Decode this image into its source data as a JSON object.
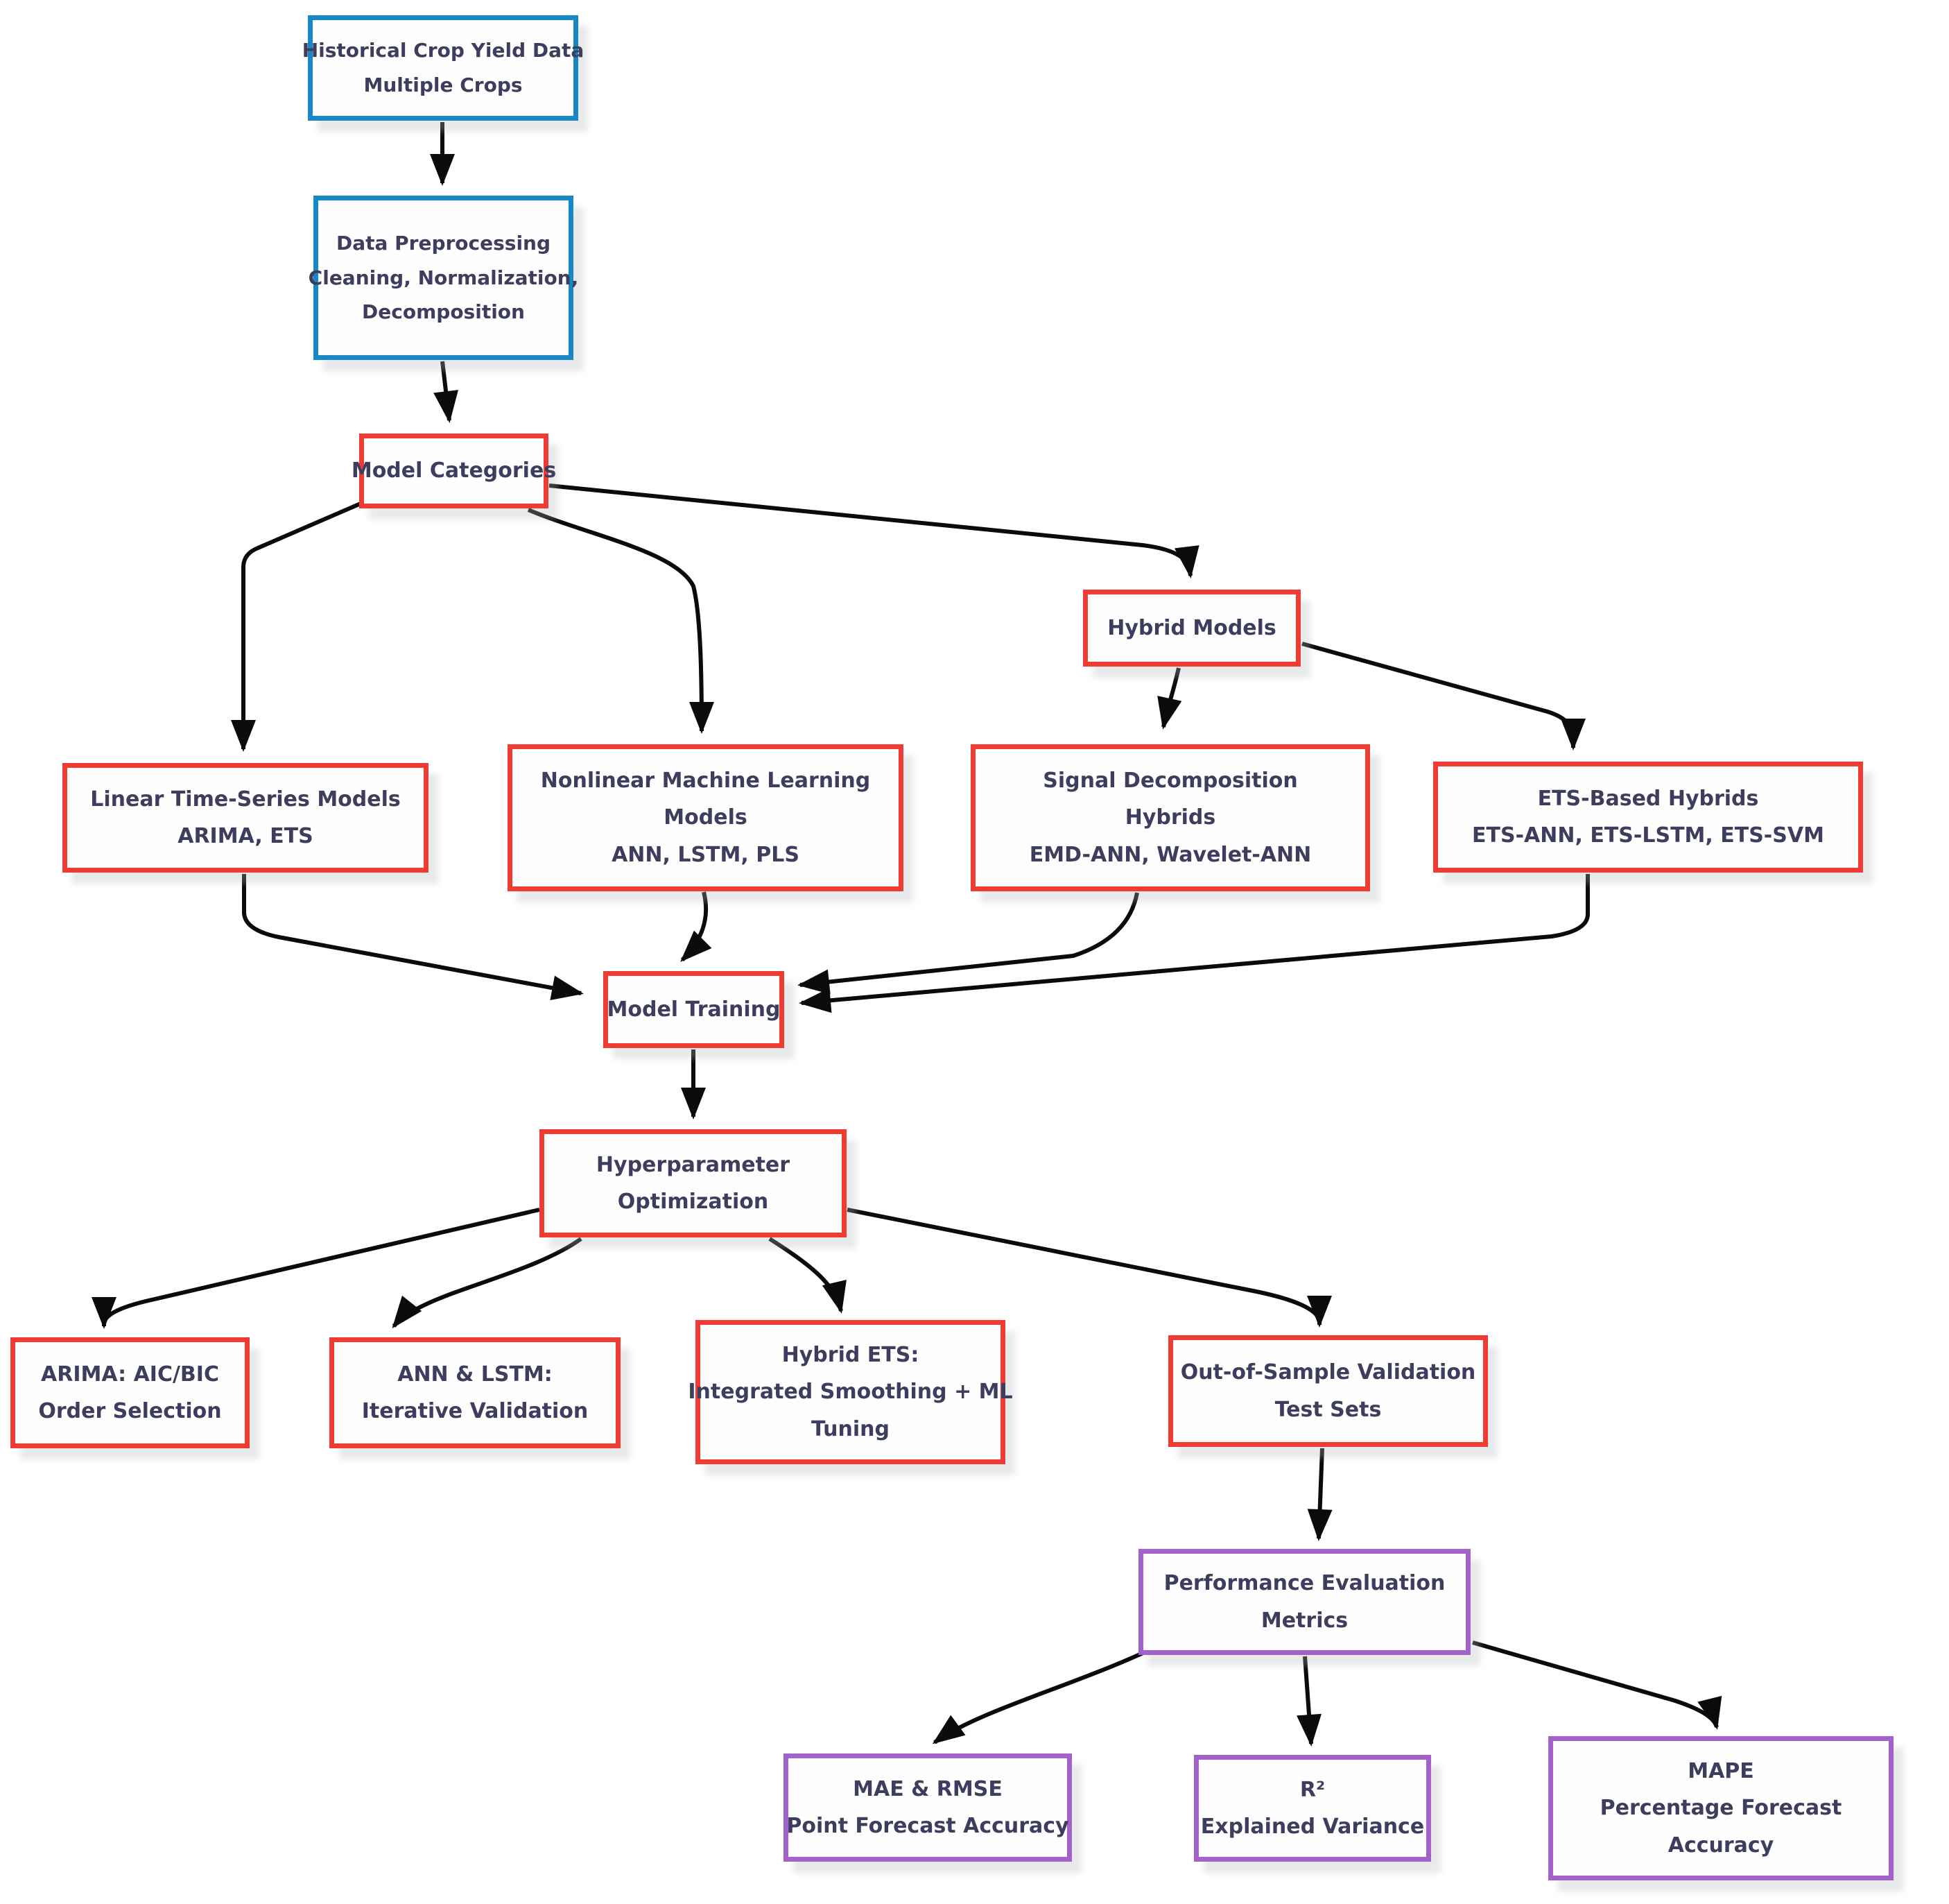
{
  "diagram_type": "flowchart",
  "colors": {
    "data_node_border": "#1787c6",
    "model_node_border": "#ef3b31",
    "metric_node_border": "#a262c9",
    "node_text": "#3d3d5e",
    "node_fill": "#ffffff",
    "arrow": "#0b0b0b"
  },
  "nodes": {
    "historical": {
      "category": "data",
      "lines": [
        "Historical Crop Yield Data",
        "Multiple Crops"
      ]
    },
    "preprocess": {
      "category": "data",
      "lines": [
        "Data Preprocessing",
        "Cleaning, Normalization,",
        "Decomposition"
      ]
    },
    "categories": {
      "category": "model",
      "lines": [
        "Model Categories"
      ]
    },
    "hybrid": {
      "category": "model",
      "lines": [
        "Hybrid Models"
      ]
    },
    "linear": {
      "category": "model",
      "lines": [
        "Linear Time-Series Models",
        "ARIMA, ETS"
      ]
    },
    "nonlinear": {
      "category": "model",
      "lines": [
        "Nonlinear Machine Learning",
        "Models",
        "ANN, LSTM, PLS"
      ]
    },
    "signal": {
      "category": "model",
      "lines": [
        "Signal Decomposition",
        "Hybrids",
        "EMD-ANN, Wavelet-ANN"
      ]
    },
    "ets": {
      "category": "model",
      "lines": [
        "ETS-Based Hybrids",
        "ETS-ANN, ETS-LSTM, ETS-SVM"
      ]
    },
    "training": {
      "category": "model",
      "lines": [
        "Model Training"
      ]
    },
    "hyper": {
      "category": "model",
      "lines": [
        "Hyperparameter",
        "Optimization"
      ]
    },
    "arima_selection": {
      "category": "model",
      "lines": [
        "ARIMA: AIC/BIC",
        "Order Selection"
      ]
    },
    "ann_validation": {
      "category": "model",
      "lines": [
        "ANN & LSTM:",
        "Iterative Validation"
      ]
    },
    "hybrid_ets_tuning": {
      "category": "model",
      "lines": [
        "Hybrid ETS:",
        "Integrated Smoothing + ML",
        "Tuning"
      ]
    },
    "oos_validation": {
      "category": "model",
      "lines": [
        "Out-of-Sample Validation",
        "Test Sets"
      ]
    },
    "performance": {
      "category": "metric",
      "lines": [
        "Performance Evaluation",
        "Metrics"
      ]
    },
    "mae_rmse": {
      "category": "metric",
      "lines": [
        "MAE & RMSE",
        "Point Forecast Accuracy"
      ]
    },
    "r2": {
      "category": "metric",
      "lines": [
        "R²",
        "Explained Variance"
      ]
    },
    "mape": {
      "category": "metric",
      "lines": [
        "MAPE",
        "Percentage Forecast",
        "Accuracy"
      ]
    }
  },
  "edges": [
    {
      "from": "historical",
      "to": "preprocess"
    },
    {
      "from": "preprocess",
      "to": "categories"
    },
    {
      "from": "categories",
      "to": "linear"
    },
    {
      "from": "categories",
      "to": "nonlinear"
    },
    {
      "from": "categories",
      "to": "hybrid"
    },
    {
      "from": "hybrid",
      "to": "signal"
    },
    {
      "from": "hybrid",
      "to": "ets"
    },
    {
      "from": "linear",
      "to": "training"
    },
    {
      "from": "nonlinear",
      "to": "training"
    },
    {
      "from": "signal",
      "to": "training"
    },
    {
      "from": "ets",
      "to": "training"
    },
    {
      "from": "training",
      "to": "hyper"
    },
    {
      "from": "hyper",
      "to": "arima_selection"
    },
    {
      "from": "hyper",
      "to": "ann_validation"
    },
    {
      "from": "hyper",
      "to": "hybrid_ets_tuning"
    },
    {
      "from": "hyper",
      "to": "oos_validation"
    },
    {
      "from": "oos_validation",
      "to": "performance"
    },
    {
      "from": "performance",
      "to": "mae_rmse"
    },
    {
      "from": "performance",
      "to": "r2"
    },
    {
      "from": "performance",
      "to": "mape"
    }
  ]
}
